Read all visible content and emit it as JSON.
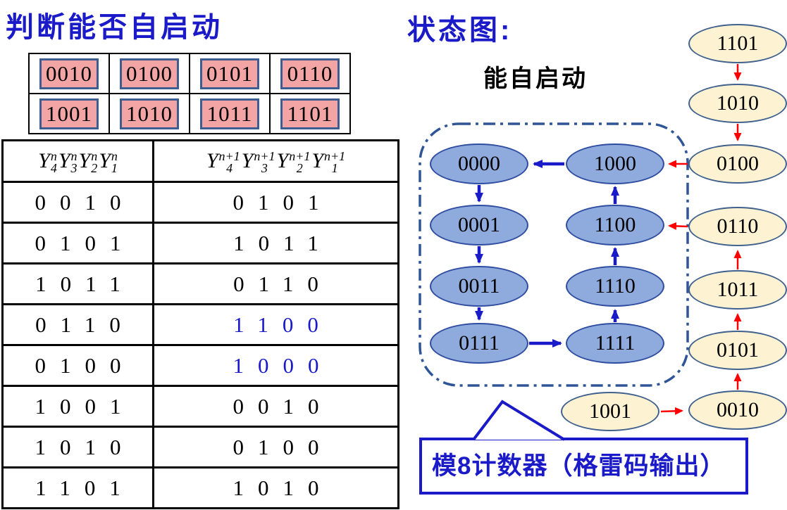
{
  "titles": {
    "left": "判断能否自启动",
    "right": "状态图:",
    "self_start": "能自启动",
    "callout": "模8计数器（格雷码输出）"
  },
  "invalid_grid": {
    "rows": [
      [
        "0010",
        "0100",
        "0101",
        "0110"
      ],
      [
        "1001",
        "1010",
        "1011",
        "1101"
      ]
    ]
  },
  "truth_table": {
    "header": {
      "present": [
        {
          "letter": "Y",
          "sub": "4",
          "sup": "n"
        },
        {
          "letter": "Y",
          "sub": "3",
          "sup": "n"
        },
        {
          "letter": "Y",
          "sub": "2",
          "sup": "n"
        },
        {
          "letter": "Y",
          "sub": "1",
          "sup": "n"
        }
      ],
      "next": [
        {
          "letter": "Y",
          "sub": "4",
          "sup": "n+1"
        },
        {
          "letter": "Y",
          "sub": "3",
          "sup": "n+1"
        },
        {
          "letter": "Y",
          "sub": "2",
          "sup": "n+1"
        },
        {
          "letter": "Y",
          "sub": "1",
          "sup": "n+1"
        }
      ]
    },
    "rows": [
      {
        "present": "0010",
        "next": "0101",
        "highlight": false
      },
      {
        "present": "0101",
        "next": "1011",
        "highlight": false
      },
      {
        "present": "1011",
        "next": "0110",
        "highlight": false
      },
      {
        "present": "0110",
        "next": "1100",
        "highlight": true
      },
      {
        "present": "0100",
        "next": "1000",
        "highlight": true
      },
      {
        "present": "1001",
        "next": "0010",
        "highlight": false
      },
      {
        "present": "1010",
        "next": "0100",
        "highlight": false
      },
      {
        "present": "1101",
        "next": "1010",
        "highlight": false
      }
    ]
  },
  "state_diagram": {
    "cycle_states": [
      "0000",
      "1000",
      "0001",
      "1100",
      "0011",
      "1110",
      "0111",
      "1111"
    ],
    "outer_states": [
      "1101",
      "1010",
      "0100",
      "0110",
      "1011",
      "0101",
      "0010",
      "1001"
    ],
    "cycle_transitions": [
      "1000→0000",
      "0000→0001",
      "0001→0011",
      "0011→0111",
      "0111→1111",
      "1111→1110",
      "1110→1100",
      "1100→1000"
    ],
    "entry_transitions": [
      "1101→1010",
      "1010→0100",
      "0100→1000",
      "0110→1100",
      "1011→0110",
      "0101→1011",
      "0010→0101",
      "1001→0010"
    ]
  },
  "colors": {
    "title_blue": "#1a1ac8",
    "blue_arrow": "#1a1ac8",
    "red_arrow": "#fe0000",
    "pink_fill": "#f3a4a4",
    "pink_border": "#3d5c90",
    "cycle_fill": "#8faadc",
    "cycle_border": "#2e4da0",
    "outer_fill": "#fdf3d2",
    "outer_border": "#41618e",
    "dash_border": "#2f5597"
  }
}
